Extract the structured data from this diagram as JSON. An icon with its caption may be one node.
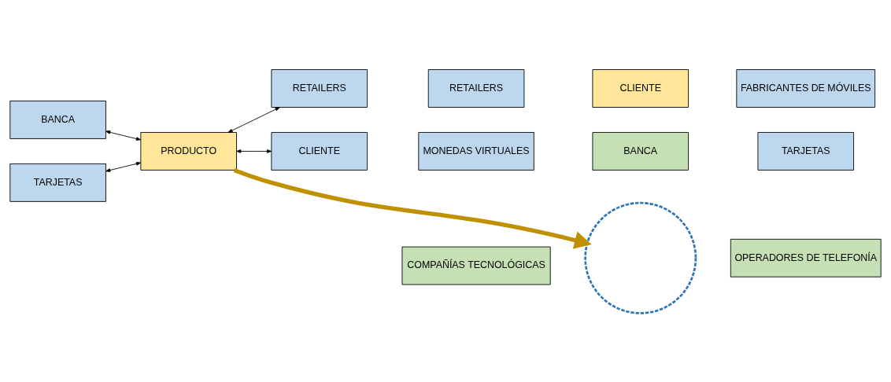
{
  "diagram": {
    "nodes": [
      {
        "text": [
          "BANCA"
        ]
      },
      {
        "text": [
          "TARJETAS"
        ]
      },
      {
        "text": [
          "PRODUCTO"
        ]
      },
      {
        "text": [
          "RETAILERS"
        ]
      },
      {
        "text": [
          "CLIENTE"
        ]
      },
      {
        "text": [
          "BANCA"
        ]
      },
      {
        "text": [
          "MONEDAS VIRTUALES"
        ]
      },
      {
        "text": [
          "TARJETAS"
        ]
      },
      {
        "text": [
          "COMPAÑÍAS TECNOLÓGICAS"
        ]
      },
      {
        "text": [],
        "shape": "circle"
      },
      {
        "text": [
          "CLIENTE"
        ]
      },
      {
        "text": [
          "OPERADORES DE TELEFONÍA"
        ]
      },
      {
        "text": [
          "RETAILERS"
        ]
      },
      {
        "text": [
          "FABRICANTES DE MÓVILES"
        ]
      }
    ],
    "edges": [
      {
        "from": 0,
        "to": 2,
        "arrow": "both"
      },
      {
        "from": 1,
        "to": 2,
        "arrow": "both"
      },
      {
        "from": 2,
        "to": 3,
        "arrow": "both"
      },
      {
        "from": 2,
        "to": 4,
        "arrow": "both"
      },
      {
        "from": 2,
        "to": 9,
        "arrow": "to",
        "style": "thick",
        "color": "#bf9000"
      }
    ]
  }
}
